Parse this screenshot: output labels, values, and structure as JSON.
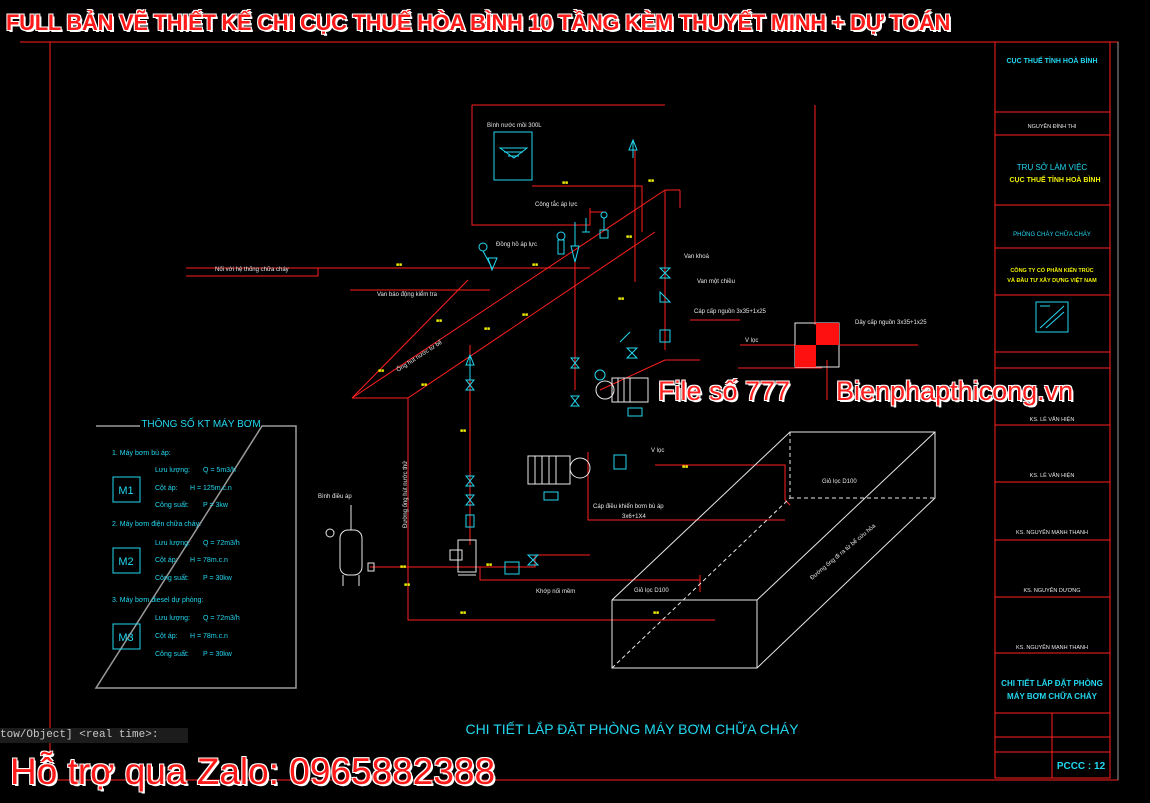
{
  "banners": {
    "title": "FULL BẢN VẼ THIẾT KẾ  CHI CỤC THUẾ HÒA BÌNH 10 TẦNG KÈM THUYẾT MINH + DỰ TOÁN",
    "file": "File số 777",
    "site": "Bienphapthicong.vn",
    "zalo": "Hỗ trợ qua Zalo: 0965882388"
  },
  "command_line": "tow/Object] <real time>:",
  "drawing": {
    "caption": "CHI TIẾT LẮP ĐẶT PHÒNG MÁY BƠM CHỮA CHÁY",
    "labels": {
      "tank": "Bình nước mồi 300L",
      "pressure_switch": "Công tắc áp lực",
      "gauge": "Đồng hồ áp lực",
      "connect": "Nối với hệ thống chữa cháy",
      "relief": "Van báo động kiểm tra",
      "valve_lock": "Van khoá",
      "check_valve": "Van một chiều",
      "power_in": "Cáp cấp nguồn 3x35+1x25",
      "power_out": "Dây cấp nguồn 3x35+1x25",
      "vloc1": "V lọc",
      "vloc2": "V lọc",
      "control_cable": "Cáp điều khiển bơm bù áp",
      "control_cable_spec": "3x6+1X4",
      "filter_top": "Giỏ lọc D100",
      "filter_bottom": "Giỏ lọc D100",
      "pressure_tank": "Bình điều áp",
      "flex_joint": "Khớp nối mềm",
      "suction_pipe": "Đường ống hút nước thử",
      "tank_pipe": "Ống hút nước từ bể",
      "diag_pipe": "Đường ống đi ra từ bể cứu hỏa"
    },
    "specs": {
      "title": "THÔNG SỐ KT MÁY BƠM",
      "pumps": [
        {
          "heading": "1. Máy bơm bù áp:",
          "code": "M1",
          "rows": [
            [
              "Lưu lượng:",
              "Q = 5m3/h"
            ],
            [
              "Cột áp:",
              "H = 125m.c.n"
            ],
            [
              "Công suất:",
              "P = 3kw"
            ]
          ]
        },
        {
          "heading": "2. Máy bơm điện chữa cháy:",
          "code": "M2",
          "rows": [
            [
              "Lưu lượng:",
              "Q = 72m3/h"
            ],
            [
              "Cột áp:",
              "H = 78m.c.n"
            ],
            [
              "Công suất:",
              "P = 30kw"
            ]
          ]
        },
        {
          "heading": "3. Máy bơm diesel dự phòng:",
          "code": "M3",
          "rows": [
            [
              "Lưu lượng:",
              "Q = 72m3/h"
            ],
            [
              "Cột áp:",
              "H = 78m.c.n"
            ],
            [
              "Công suất:",
              "P = 30kw"
            ]
          ]
        }
      ]
    },
    "title_block": {
      "owner_1": "CỤC THUẾ TỈNH HOÀ BÌNH",
      "owner_sig": "NGUYỄN ĐÌNH THI",
      "project_1": "TRỤ SỞ LÀM VIỆC",
      "project_2": "CỤC THUẾ TỈNH HOÀ BÌNH",
      "item": "PHÒNG CHÁY CHỮA CHÁY",
      "company_1": "CÔNG TY CỔ PHẦN KIẾN TRÚC",
      "company_2": "VÀ ĐẦU TƯ XÂY DỰNG VIỆT NAM",
      "person_1": "KS. LÊ VĂN HIỆN",
      "person_2": "KS. LÊ VĂN HIỆN",
      "person_3": "KS. NGUYỄN MẠNH THANH",
      "person_4": "KS. NGUYỄN DƯƠNG",
      "person_5": "KS. NGUYỄN MẠNH THANH",
      "drawing_1": "CHI TIẾT LẮP ĐẶT PHÒNG",
      "drawing_2": "MÁY BƠM CHỮA CHÁY",
      "sheet": "PCCC : 12"
    }
  },
  "colors": {
    "red": "#ff2020",
    "cyan": "#22d8f0",
    "white": "#e8e8e8",
    "yellow": "#f2f200",
    "grey": "#9a9a9a"
  },
  "icons": [
    "water-tank-icon",
    "pump-icon",
    "gauge-icon",
    "valve-icon",
    "logo-icon"
  ]
}
